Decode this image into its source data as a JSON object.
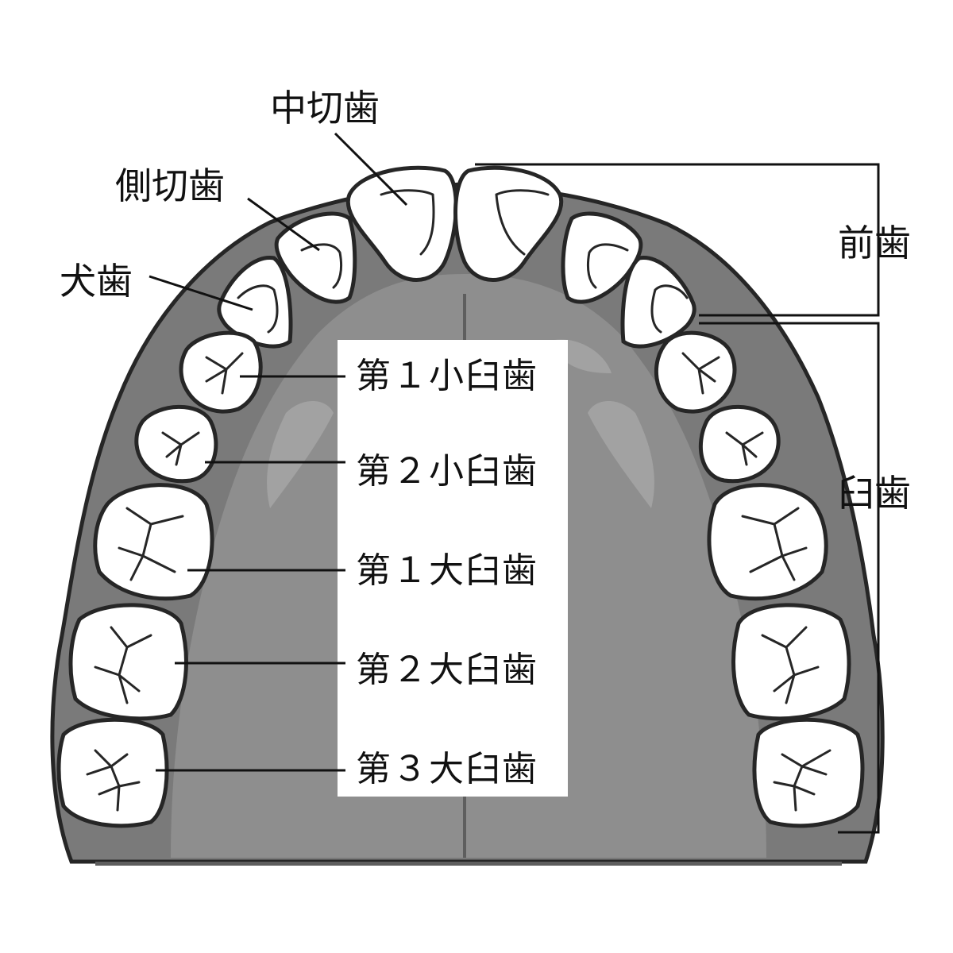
{
  "labels": {
    "central_incisor": "中切歯",
    "lateral_incisor": "側切歯",
    "canine": "犬歯",
    "first_premolar": "第１小臼歯",
    "second_premolar": "第２小臼歯",
    "first_molar": "第１大臼歯",
    "second_molar": "第２大臼歯",
    "third_molar": "第３大臼歯",
    "anterior_teeth": "前歯",
    "molars": "臼歯"
  },
  "colors": {
    "gum": "#7a7a7a",
    "gum_dark": "#5e5e5e",
    "palate": "#8e8e8e",
    "palate_light": "#a2a2a2",
    "tooth": "#ffffff",
    "tooth_shade": "#d2d2d2",
    "outline": "#262626",
    "label_panel": "#ffffff"
  }
}
